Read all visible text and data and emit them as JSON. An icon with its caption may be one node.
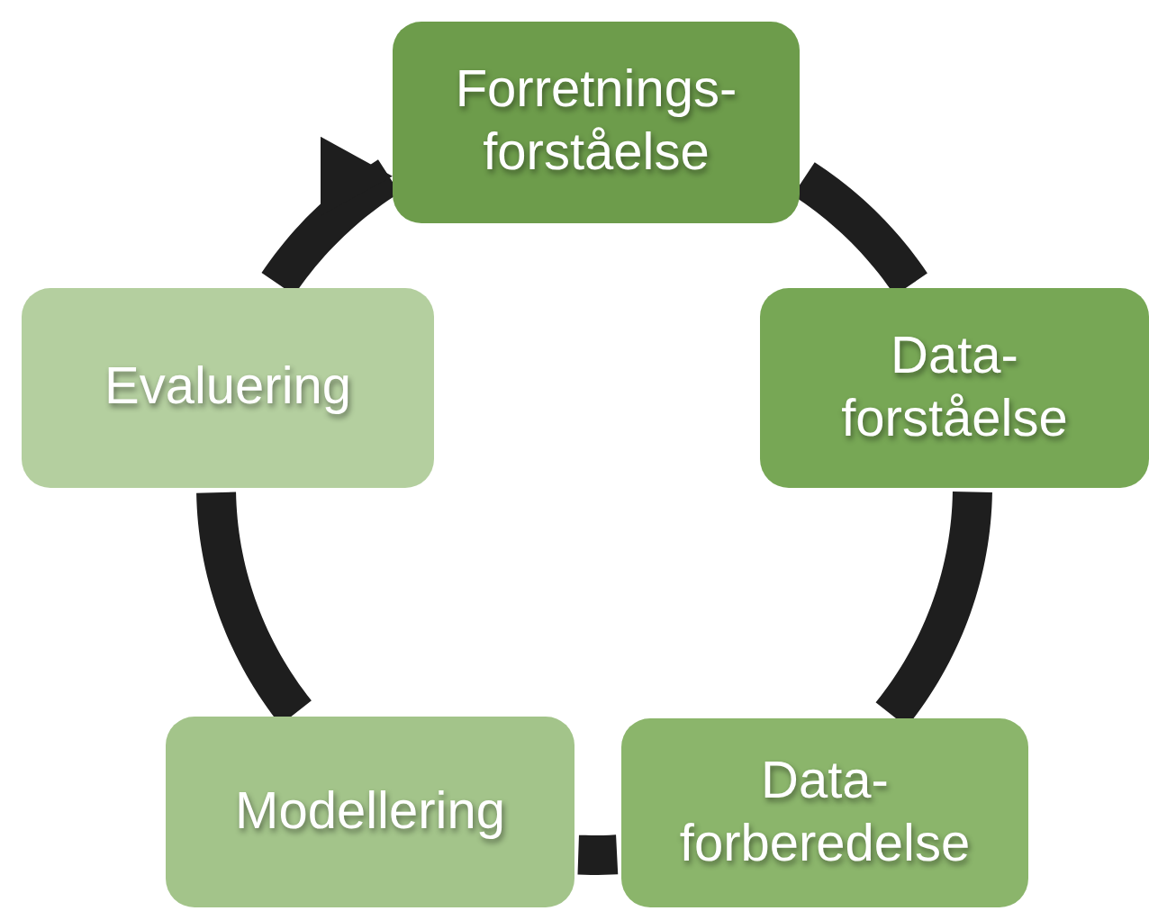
{
  "diagram": {
    "nodes": [
      {
        "text": [
          "Forretnings- forståelse"
        ]
      },
      {
        "text": [
          "Data- forståelse"
        ]
      },
      {
        "text": [
          "Data- forberedelse"
        ]
      },
      {
        "text": [
          "Modellering"
        ]
      },
      {
        "text": [
          "Evaluering"
        ]
      }
    ],
    "edges": [
      {
        "from": 0,
        "to": 1,
        "arrow": "none"
      },
      {
        "from": 1,
        "to": 2,
        "arrow": "none"
      },
      {
        "from": 2,
        "to": 3,
        "arrow": "none"
      },
      {
        "from": 3,
        "to": 4,
        "arrow": "none"
      },
      {
        "from": 4,
        "to": 0,
        "arrow": "to"
      }
    ]
  }
}
